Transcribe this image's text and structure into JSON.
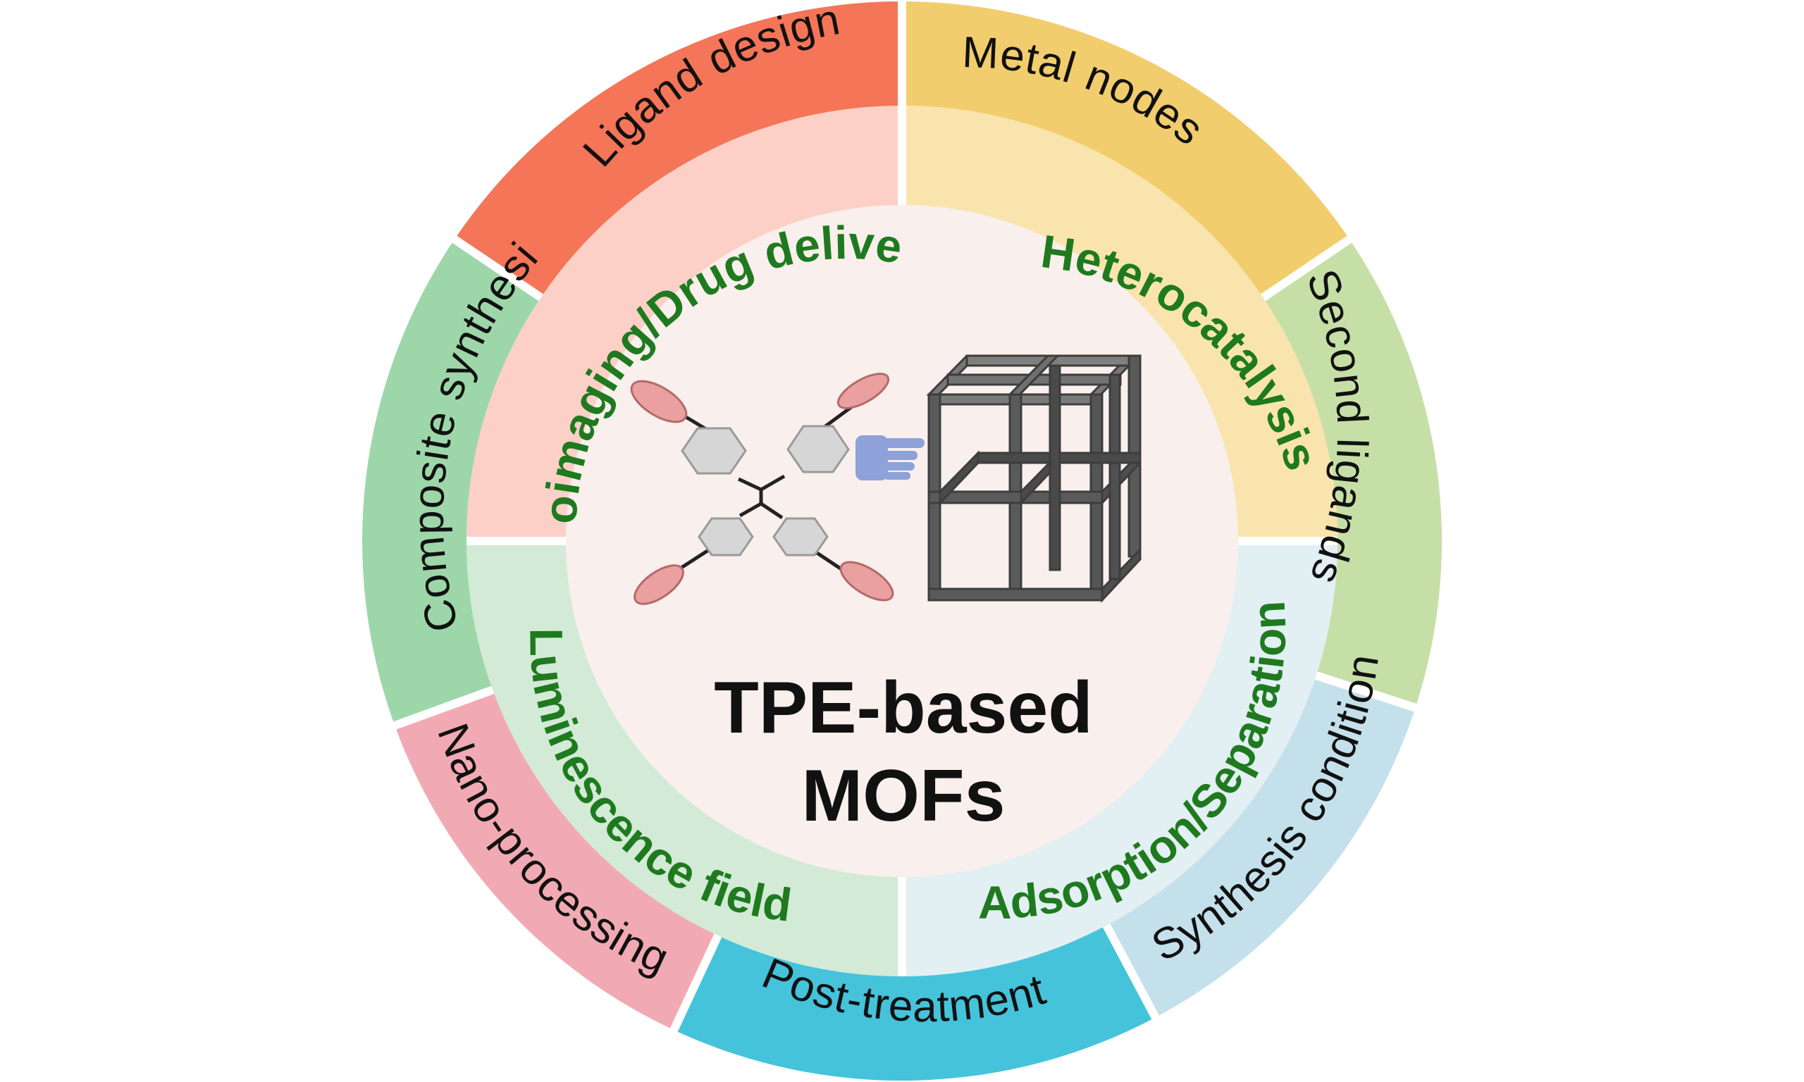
{
  "center": {
    "title_line1": "TPE-based",
    "title_line2": "MOFs"
  },
  "outer_ring": [
    {
      "label": "Ligand design",
      "color": "#f57558"
    },
    {
      "label": "Metal nodes",
      "color": "#f2cd6d"
    },
    {
      "label": "Second ligands",
      "color": "#c6dfa6"
    },
    {
      "label": "Synthesis condition",
      "color": "#c4e0eb"
    },
    {
      "label": "Post-treatment",
      "color": "#45c3db"
    },
    {
      "label": "Nano-processing",
      "color": "#f1aab3"
    },
    {
      "label": "Composite synthesis",
      "color": "#9dd7a9"
    }
  ],
  "inner_ring": [
    {
      "label": "Bioimaging/Drug delivery",
      "color": "#fcd0c6"
    },
    {
      "label": "Heterocatalysis",
      "color": "#f9e4ad"
    },
    {
      "label": "Adsorption/Separation",
      "color": "#e2eff3"
    },
    {
      "label": "Luminescence field",
      "color": "#d2ead6"
    }
  ],
  "colors": {
    "center_fill": "#f9efec",
    "inner_text": "#1f7a1f",
    "cube": "#555555",
    "pointer": "#8ea1d8",
    "ligand_tip": "#eba0a0",
    "ligand_ring": "#d6d6d6"
  },
  "icons": [
    "tpe-molecule-icon",
    "pointing-hand-icon",
    "mof-cube-icon"
  ]
}
